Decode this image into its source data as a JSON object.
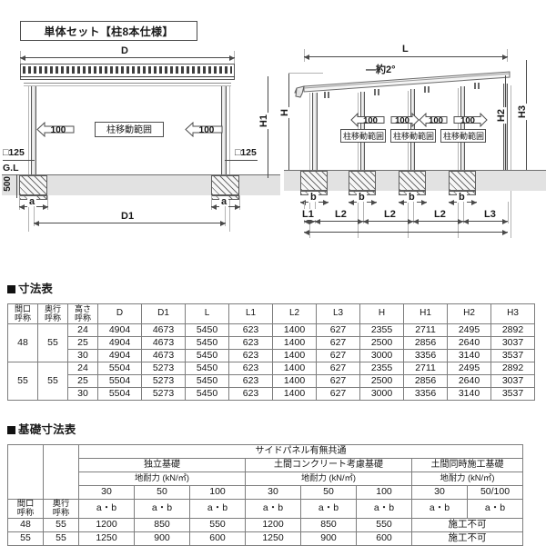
{
  "title_box": {
    "label": "単体セット【柱8本仕様】"
  },
  "left_drawing": {
    "name": "front-elevation",
    "top_dim": "D",
    "bottom_dim": "D1",
    "footing_dim": "a",
    "post_size_label_left": "□125",
    "post_size_label_right": "□125",
    "ground_level_label": "G.L",
    "depth_label": "500",
    "height_label": "H1",
    "range_label": "柱移動範囲",
    "move_amount_left": "100",
    "move_amount_right": "100"
  },
  "right_drawing": {
    "name": "side-elevation",
    "top_dim": "L",
    "slope_note": "—約2°",
    "height_H": "H",
    "height_H2": "H2",
    "height_H3": "H3",
    "footing_dim": "b",
    "span_labels": [
      "L1",
      "L2",
      "L2",
      "L2",
      "L3"
    ],
    "ranges": [
      {
        "amount": "100",
        "dir": "left",
        "label": "柱移動範囲"
      },
      {
        "amount": "100",
        "dir": "right",
        "label": "柱移動範囲"
      },
      {
        "amount": "100",
        "dir": "left",
        "label": ""
      },
      {
        "amount": "100",
        "dir": "right",
        "label": "柱移動範囲"
      }
    ]
  },
  "dim_table": {
    "heading": "■寸法表",
    "headers_multiline": [
      "間口\n呼称",
      "奥行\n呼称",
      "高さ\n呼称"
    ],
    "headers": [
      "間口呼称",
      "奥行呼称",
      "高さ呼称",
      "D",
      "D1",
      "L",
      "L1",
      "L2",
      "L3",
      "H",
      "H1",
      "H2",
      "H3"
    ],
    "groups": [
      {
        "maguchi": "48",
        "okuyuki": "55",
        "rows": [
          {
            "takasa": "24",
            "D": "4904",
            "D1": "4673",
            "L": "5450",
            "L1": "623",
            "L2": "1400",
            "L3": "627",
            "H": "2355",
            "H1": "2711",
            "H2": "2495",
            "H3": "2892"
          },
          {
            "takasa": "25",
            "D": "4904",
            "D1": "4673",
            "L": "5450",
            "L1": "623",
            "L2": "1400",
            "L3": "627",
            "H": "2500",
            "H1": "2856",
            "H2": "2640",
            "H3": "3037"
          },
          {
            "takasa": "30",
            "D": "4904",
            "D1": "4673",
            "L": "5450",
            "L1": "623",
            "L2": "1400",
            "L3": "627",
            "H": "3000",
            "H1": "3356",
            "H2": "3140",
            "H3": "3537"
          }
        ]
      },
      {
        "maguchi": "55",
        "okuyuki": "55",
        "rows": [
          {
            "takasa": "24",
            "D": "5504",
            "D1": "5273",
            "L": "5450",
            "L1": "623",
            "L2": "1400",
            "L3": "627",
            "H": "2355",
            "H1": "2711",
            "H2": "2495",
            "H3": "2892"
          },
          {
            "takasa": "25",
            "D": "5504",
            "D1": "5273",
            "L": "5450",
            "L1": "623",
            "L2": "1400",
            "L3": "627",
            "H": "2500",
            "H1": "2856",
            "H2": "2640",
            "H3": "3037"
          },
          {
            "takasa": "30",
            "D": "5504",
            "D1": "5273",
            "L": "5450",
            "L1": "623",
            "L2": "1400",
            "L3": "627",
            "H": "3000",
            "H1": "3356",
            "H2": "3140",
            "H3": "3537"
          }
        ]
      }
    ]
  },
  "found_table": {
    "heading": "■基礎寸法表",
    "span_all": "サイドパネル有無共通",
    "type_headers": [
      "独立基礎",
      "土間コンクリート考慮基礎",
      "土間同時施工基礎"
    ],
    "bearing_label": "地耐力 (kN/㎡)",
    "bearing_values_a": [
      "30",
      "50",
      "100"
    ],
    "bearing_values_b": [
      "30",
      "50",
      "100"
    ],
    "bearing_values_c": [
      "30",
      "50/100"
    ],
    "ab_label": "a・b",
    "col_maguchi": "間口呼称",
    "col_okuyuki": "奥行呼称",
    "not_constructible": "施工不可",
    "rows": [
      {
        "maguchi": "48",
        "okuyuki": "55",
        "dokuritsu": [
          "1200",
          "850",
          "550"
        ],
        "doma_kouryo": [
          "1200",
          "850",
          "550"
        ],
        "doma_douji": "施工不可"
      },
      {
        "maguchi": "55",
        "okuyuki": "55",
        "dokuritsu": [
          "1250",
          "900",
          "600"
        ],
        "doma_kouryo": [
          "1250",
          "900",
          "600"
        ],
        "doma_douji": "施工不可"
      }
    ]
  }
}
